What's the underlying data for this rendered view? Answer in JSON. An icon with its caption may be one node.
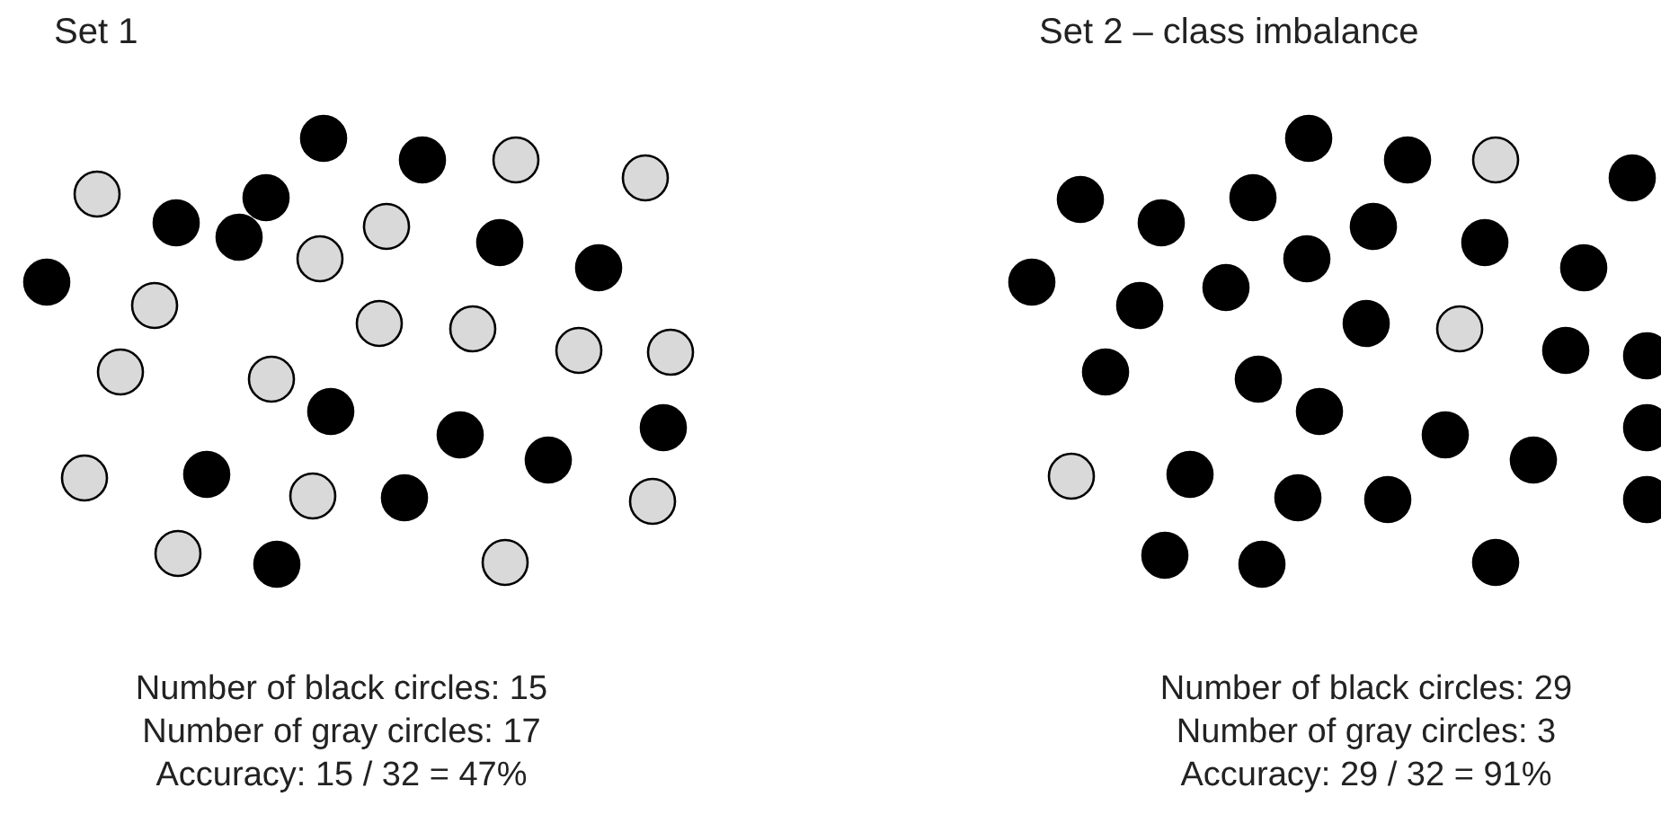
{
  "diagram": {
    "labels": [
      "Set 1",
      "Set 2 – class imbalance",
      "Number of black circles: 15",
      "Number of gray circles: 17",
      "Accuracy: 15 / 32 = 47%",
      "Number of black circles: 29",
      "Number of gray circles: 3",
      "Accuracy: 29 / 32 = 91%"
    ]
  }
}
